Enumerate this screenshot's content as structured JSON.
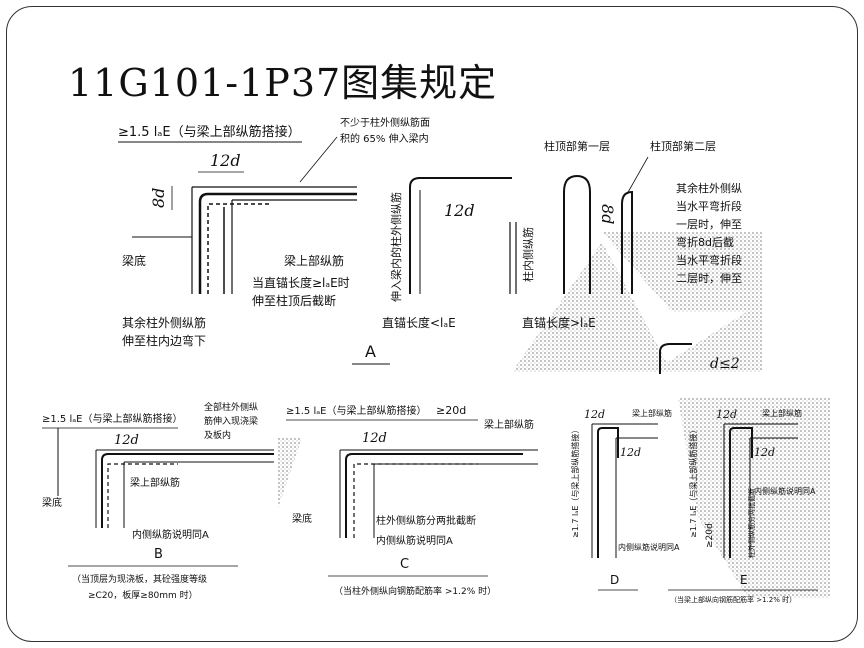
{
  "slide": {
    "title": "11G101-1P37图集规定"
  },
  "diagram_a": {
    "top_left_label": "≥1.5 lₐE（与梁上部纵筋搭接）",
    "top_right_note_1": "不少于柱外侧纵筋面",
    "top_right_note_2": "积的 65% 伸入梁内",
    "dim_12d": "12d",
    "dim_8d": "8d",
    "beam_bottom": "梁底",
    "beam_top_bars": "梁上部纵筋",
    "straight_anchor_1": "当直锚长度≥lₐE时",
    "straight_anchor_2": "伸至柱顶后截断",
    "other_bars_1": "其余柱外侧纵筋",
    "other_bars_2": "伸至柱内边弯下",
    "caption": "A",
    "middle_vertical_1": "伸入梁内的柱外侧纵筋",
    "middle_vertical_2": "柱内侧纵筋",
    "dim_12d_mid": "12d",
    "straight_lt_1": "直锚长度<lₐE",
    "straight_lt_2": "直锚长度>lₐE",
    "col_top_first": "柱顶部第一层",
    "col_top_second": "柱顶部第二层",
    "dim_8d_right": "8d",
    "right_note_lines": [
      "其余柱外侧纵",
      "当水平弯折段",
      "一层时，伸至",
      "弯折8d后截",
      "当水平弯折段",
      "二层时，伸至"
    ],
    "d_label": "d≤2"
  },
  "diagram_b": {
    "top_label": "≥1.5 lₐE（与梁上部纵筋搭接）",
    "note_1": "全部柱外侧纵",
    "note_2": "筋伸入现浇梁",
    "note_3": "及板内",
    "dim_12d": "12d",
    "beam_top_bars": "梁上部纵筋",
    "beam_bottom": "梁底",
    "inner_bars": "内侧纵筋说明同A",
    "caption": "B",
    "footnote_1": "（当顶层为现浇板，其砼强度等级",
    "footnote_2": "≥C20，板厚≥80mm 时）"
  },
  "diagram_c": {
    "top_label": "≥1.5 lₐE（与梁上部纵筋搭接）",
    "top_label_2": "≥20d",
    "dim_12d": "12d",
    "beam_top_bars": "梁上部纵筋",
    "beam_bottom": "梁底",
    "outer_bars": "柱外侧纵筋分两批截断",
    "inner_bars": "内侧纵筋说明同A",
    "caption": "C",
    "footnote": "（当柱外侧纵向钢筋配筋率 >1.2% 时）"
  },
  "diagram_d": {
    "dim_12d_top": "12d",
    "beam_top_bars": "梁上部纵筋",
    "dim_12d_inner": "12d",
    "side_label": "≥1.7 lₐE（与梁上部纵筋搭接）",
    "inner_bars": "内侧纵筋说明同A",
    "caption": "D"
  },
  "diagram_e": {
    "dim_12d_top": "12d",
    "beam_top_bars": "梁上部纵筋",
    "dim_12d_inner": "12d",
    "side_label": "≥1.7 lₐE（与梁上部纵筋搭接）",
    "dim_20d": "≥20d",
    "inner_bars": "内侧纵筋说明同A",
    "outer_note": "柱外侧纵筋分两批截断",
    "caption": "E",
    "footnote": "（当梁上部纵向钢筋配筋率 >1.2% 时）"
  }
}
